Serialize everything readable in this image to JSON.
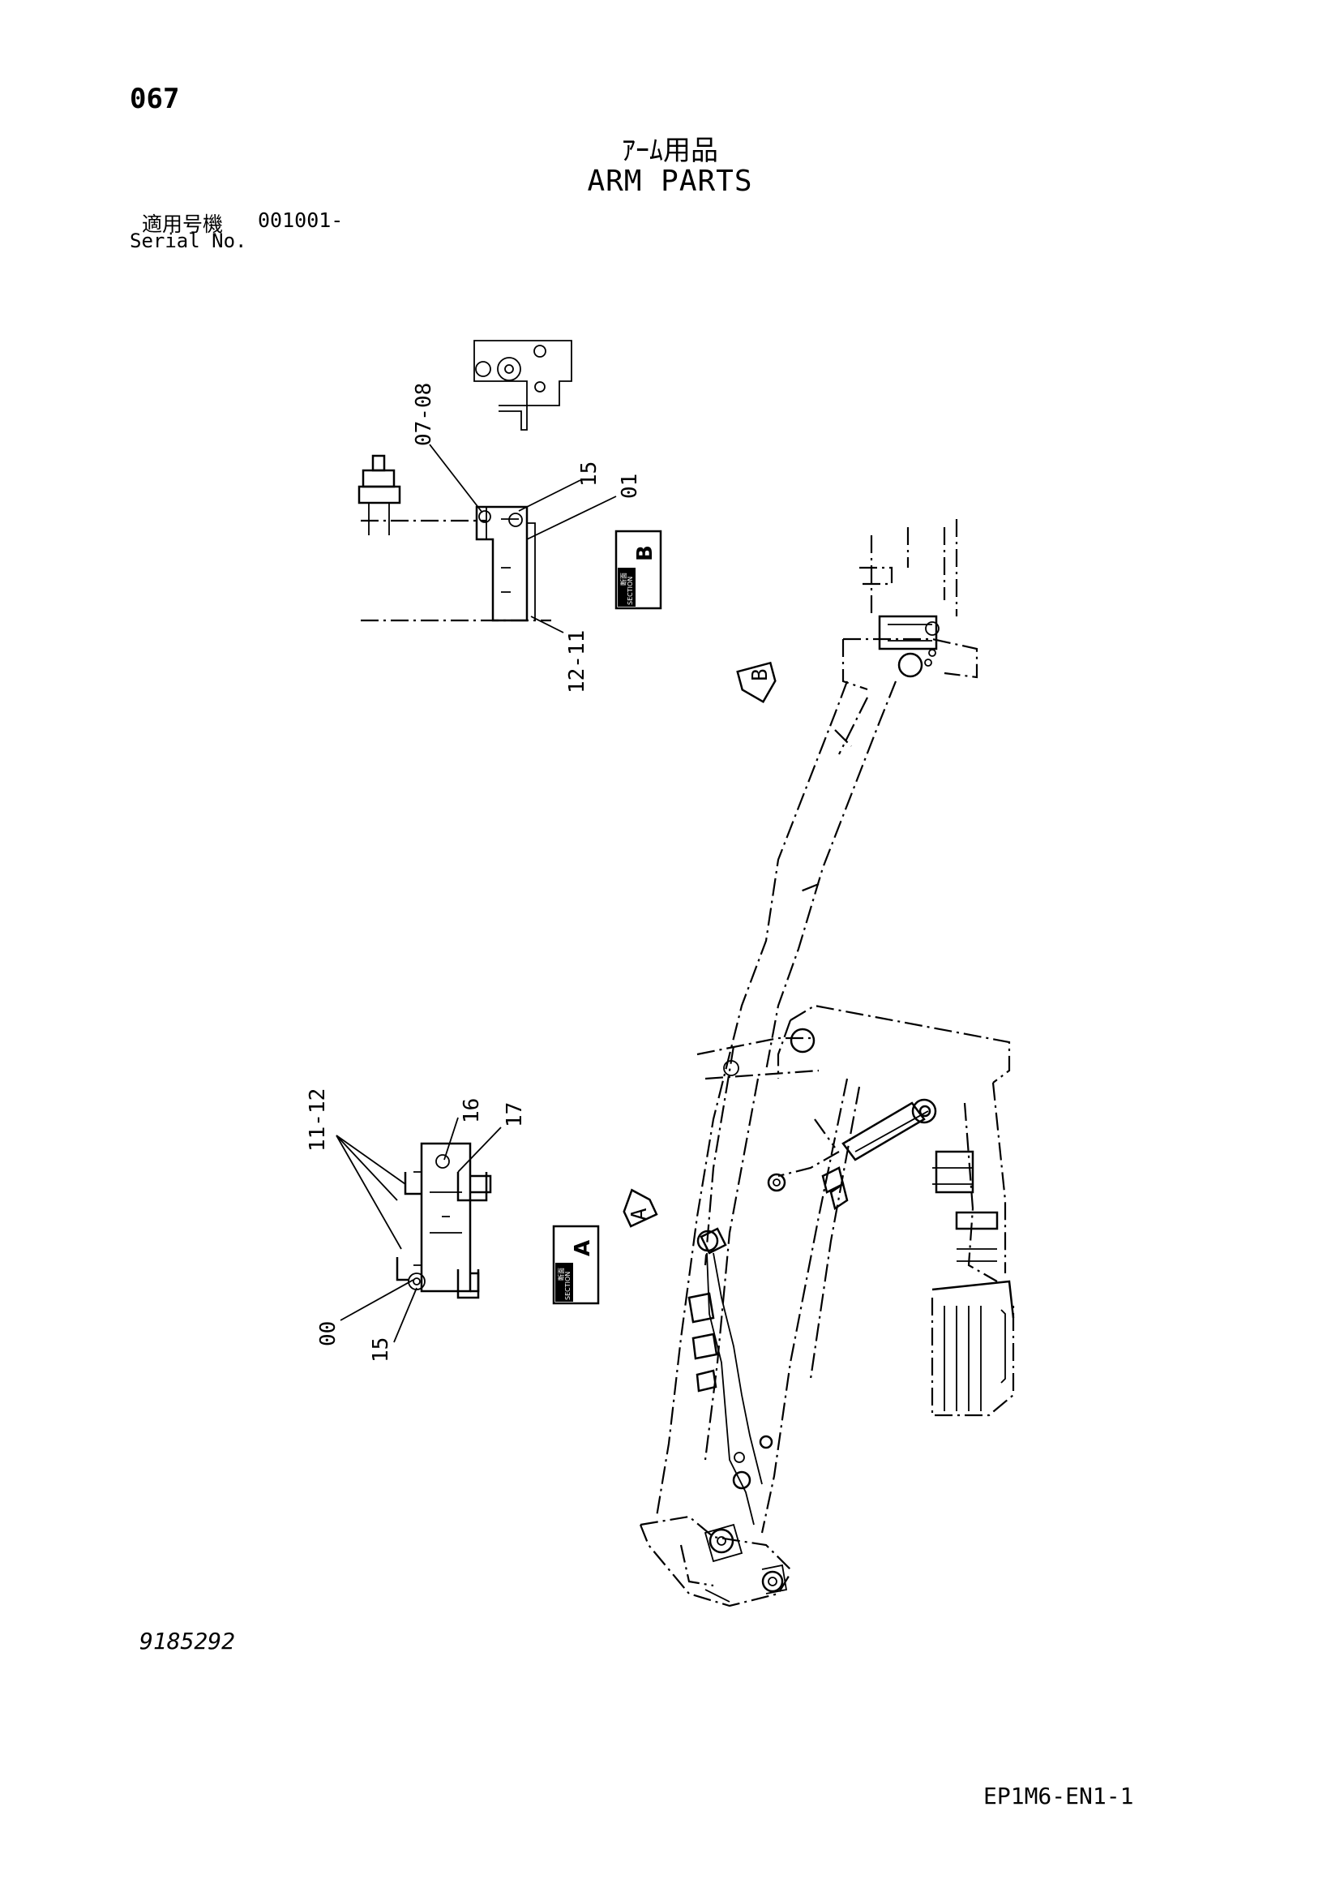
{
  "header": {
    "page_number": "067",
    "title_jp": "ｱｰﾑ用品",
    "title_en": "ARM PARTS",
    "serial_label_jp": "適用号機",
    "serial_value": "001001-",
    "serial_label_en": "Serial No."
  },
  "callouts": {
    "section_b": [
      "07-08",
      "15",
      "01",
      "12-11"
    ],
    "section_a": [
      "11-12",
      "16",
      "17",
      "00",
      "15"
    ]
  },
  "sections": {
    "a": {
      "jp": "断面",
      "word": "SECTION",
      "letter": "A"
    },
    "b": {
      "jp": "断面",
      "word": "SECTION",
      "letter": "B"
    }
  },
  "view_arrows": {
    "a": "A",
    "b": "B"
  },
  "footer": {
    "drawing_number": "9185292",
    "document_code": "EP1M6-EN1-1"
  }
}
